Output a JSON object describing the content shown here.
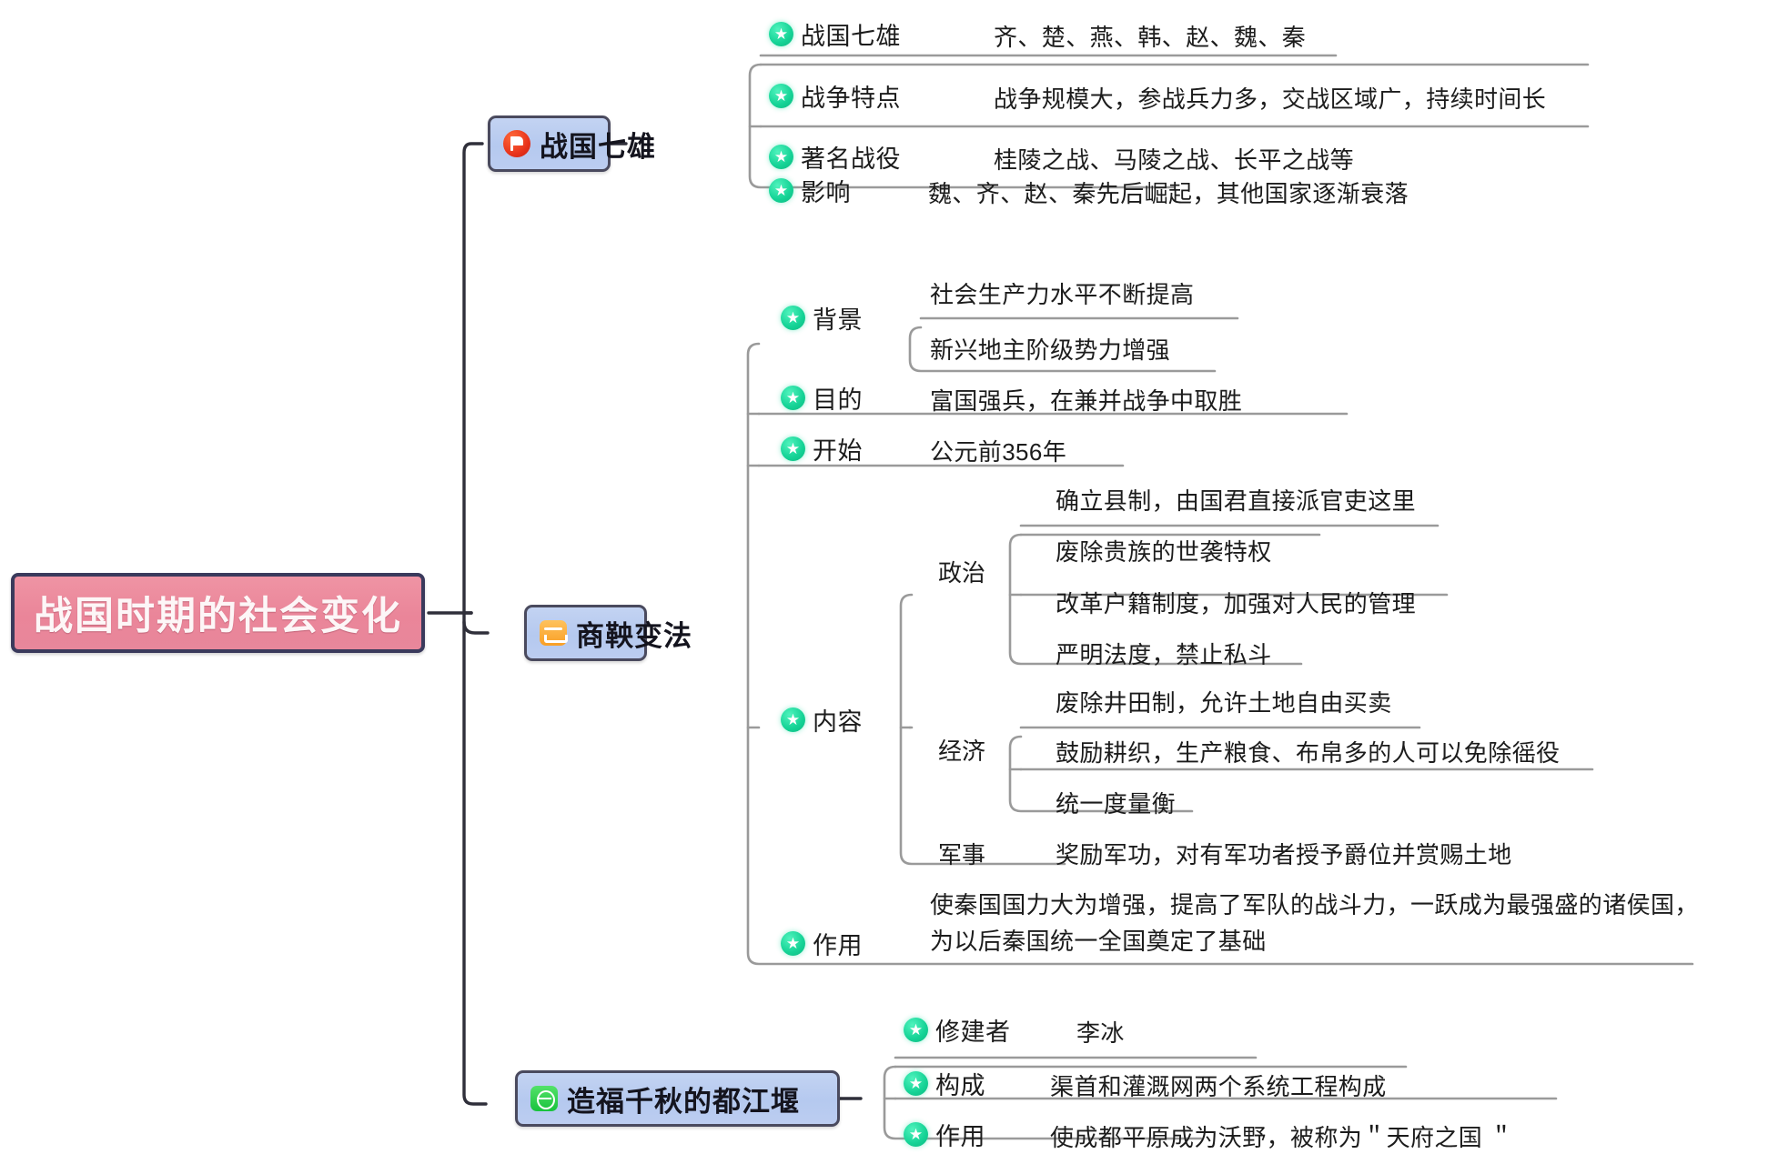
{
  "root": {
    "title": "战国时期的社会变化",
    "fill": "#ea8599",
    "border": "#3a3a5c"
  },
  "branches": [
    {
      "id": "qixiong",
      "label": "战国七雄",
      "icon": "red-flag-icon",
      "items": [
        {
          "key": "战国七雄",
          "value": "齐、楚、燕、韩、赵、魏、秦"
        },
        {
          "key": "战争特点",
          "value": "战争规模大，参战兵力多，交战区域广，持续时间长"
        },
        {
          "key": "著名战役",
          "value": "桂陵之战、马陵之战、长平之战等"
        },
        {
          "key": "影响",
          "value": "魏、齐、赵、秦先后崛起，其他国家逐渐衰落"
        }
      ]
    },
    {
      "id": "shangyang",
      "label": "商鞅变法",
      "icon": "orange-scale-icon",
      "items": [
        {
          "key": "背景",
          "values": [
            "社会生产力水平不断提高",
            "新兴地主阶级势力增强"
          ]
        },
        {
          "key": "目的",
          "value": "富国强兵，在兼并战争中取胜"
        },
        {
          "key": "开始",
          "value": "公元前356年"
        },
        {
          "key": "内容",
          "groups": [
            {
              "name": "政治",
              "items": [
                "确立县制，由国君直接派官吏这里",
                "废除贵族的世袭特权",
                "改革户籍制度，加强对人民的管理",
                "严明法度，禁止私斗"
              ]
            },
            {
              "name": "经济",
              "items": [
                "废除井田制，允许土地自由买卖",
                "鼓励耕织，生产粮食、布帛多的人可以免除徭役",
                "统一度量衡"
              ]
            },
            {
              "name": "军事",
              "items": [
                "奖励军功，对有军功者授予爵位并赏赐土地"
              ]
            }
          ]
        },
        {
          "key": "作用",
          "value": "使秦国国力大为增强，提高了军队的战斗力，一跃成为最强盛的诸侯国，为以后秦国统一全国奠定了基础"
        }
      ]
    },
    {
      "id": "dujiangyan",
      "label": "造福千秋的都江堰",
      "icon": "green-globe-icon",
      "items": [
        {
          "key": "修建者",
          "value": "李冰"
        },
        {
          "key": "构成",
          "value": "渠首和灌溉网两个系统工程构成"
        },
        {
          "key": "作用",
          "value": "使成都平原成为沃野，被称为＂天府之国 ＂"
        }
      ]
    }
  ]
}
